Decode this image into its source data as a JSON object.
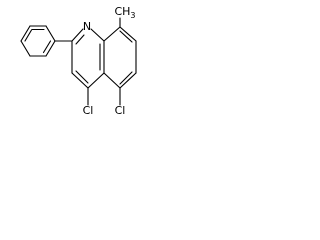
{
  "molecule": {
    "atoms": {
      "nitrogen": "N",
      "methyl": "CH",
      "methyl_subscript": "3",
      "chlorine_4": "Cl",
      "chlorine_5": "Cl"
    }
  }
}
